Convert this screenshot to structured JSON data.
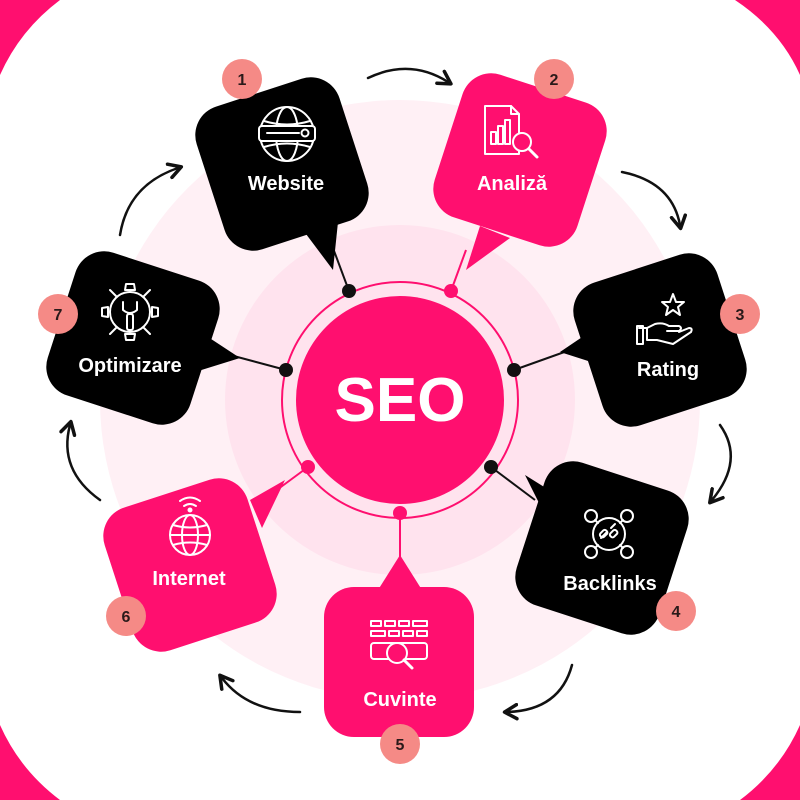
{
  "center": {
    "label": "SEO"
  },
  "colors": {
    "accent": "#ff0f6f",
    "dark": "#000000",
    "badge": "#f58a86",
    "background_ring": "#fff0f5",
    "inner_ring": "#ffe3ee"
  },
  "steps": [
    {
      "number": "1",
      "label": "Website",
      "icon": "browser-globe-icon",
      "theme": "dark"
    },
    {
      "number": "2",
      "label": "Analiză",
      "icon": "chart-search-icon",
      "theme": "accent"
    },
    {
      "number": "3",
      "label": "Rating",
      "icon": "star-hand-icon",
      "theme": "dark"
    },
    {
      "number": "4",
      "label": "Backlinks",
      "icon": "link-network-icon",
      "theme": "dark"
    },
    {
      "number": "5",
      "label": "Cuvinte",
      "icon": "keyword-search-icon",
      "theme": "accent"
    },
    {
      "number": "6",
      "label": "Internet",
      "icon": "globe-signal-icon",
      "theme": "accent"
    },
    {
      "number": "7",
      "label": "Optimizare",
      "icon": "gear-wrench-icon",
      "theme": "dark"
    }
  ]
}
